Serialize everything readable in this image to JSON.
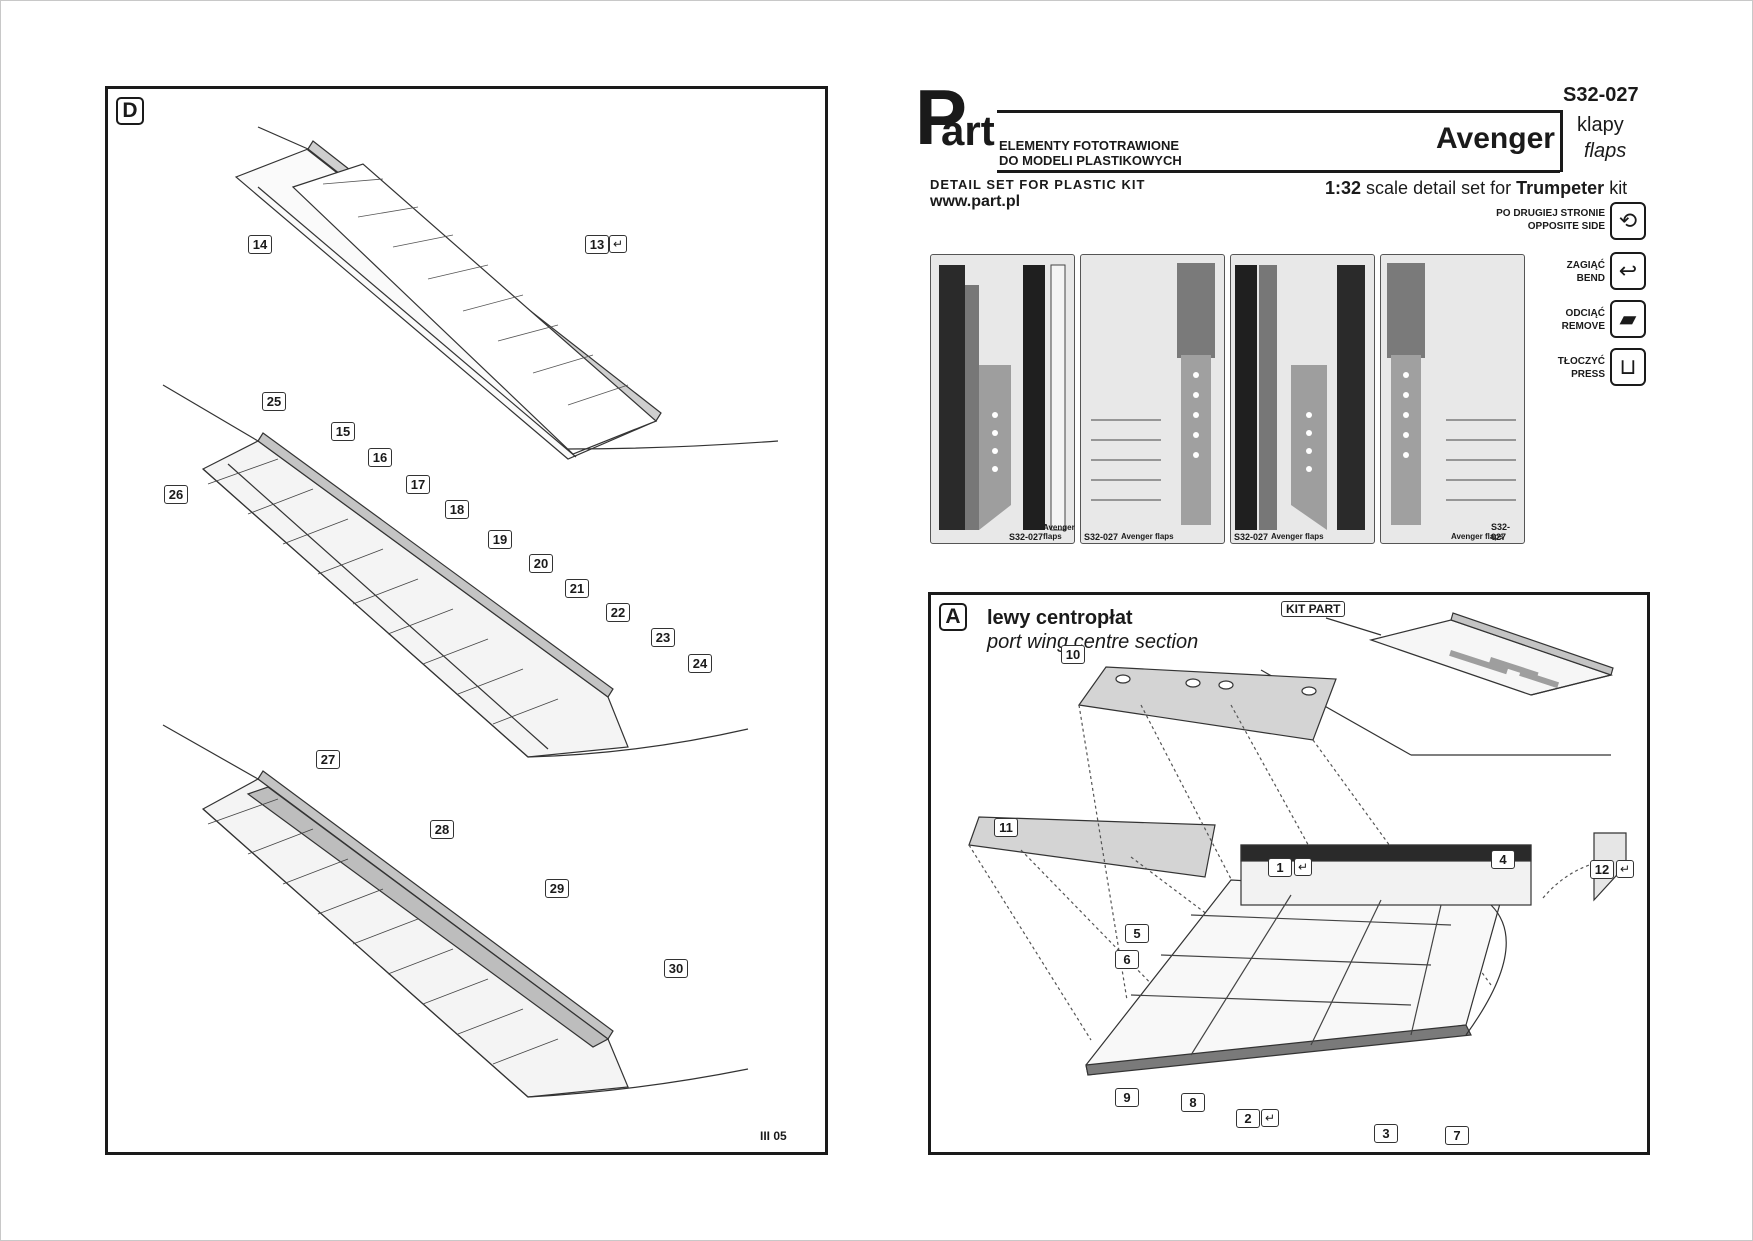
{
  "header": {
    "code": "S32-027",
    "logo_p": "P",
    "logo_art": "art",
    "tagline_pl_1": "ELEMENTY FOTOTRAWIONE",
    "tagline_pl_2": "DO MODELI PLASTIKOWYCH",
    "aircraft": "Avenger",
    "subject_pl": "klapy",
    "subject_en": "flaps",
    "tagline_en": "DETAIL SET FOR PLASTIC KIT",
    "website": "www.part.pl",
    "scale": "1:32",
    "scale_text": "scale detail set for",
    "kit_brand": "Trumpeter",
    "kit_word": "kit"
  },
  "legend": [
    {
      "icon": "opposite-side-icon",
      "pl": "PO DRUGIEJ STRONIE",
      "en": "OPPOSITE SIDE"
    },
    {
      "icon": "bend-icon",
      "pl": "ZAGIĄĆ",
      "en": "BEND"
    },
    {
      "icon": "remove-icon",
      "pl": "ODCIĄĆ",
      "en": "REMOVE"
    },
    {
      "icon": "press-icon",
      "pl": "TŁOCZYĆ",
      "en": "PRESS"
    }
  ],
  "frets": [
    {
      "code": "S32-027",
      "label": "Avenger flaps"
    },
    {
      "code": "S32-027",
      "label": "Avenger flaps"
    },
    {
      "code": "S32-027",
      "label": "Avenger flaps"
    },
    {
      "code": "S32-027",
      "label": "Avenger flaps"
    }
  ],
  "panel_d": {
    "letter": "D",
    "footer": "III 05",
    "parts": [
      "14",
      "13",
      "25",
      "15",
      "26",
      "16",
      "17",
      "18",
      "19",
      "20",
      "21",
      "22",
      "23",
      "24",
      "27",
      "28",
      "29",
      "30"
    ]
  },
  "panel_a": {
    "letter": "A",
    "title_pl": "lewy centropłat",
    "title_en": "port wing centre section",
    "kit_part": "KIT PART",
    "parts": [
      "10",
      "11",
      "1",
      "4",
      "12",
      "5",
      "6",
      "9",
      "8",
      "2",
      "3",
      "7"
    ]
  }
}
